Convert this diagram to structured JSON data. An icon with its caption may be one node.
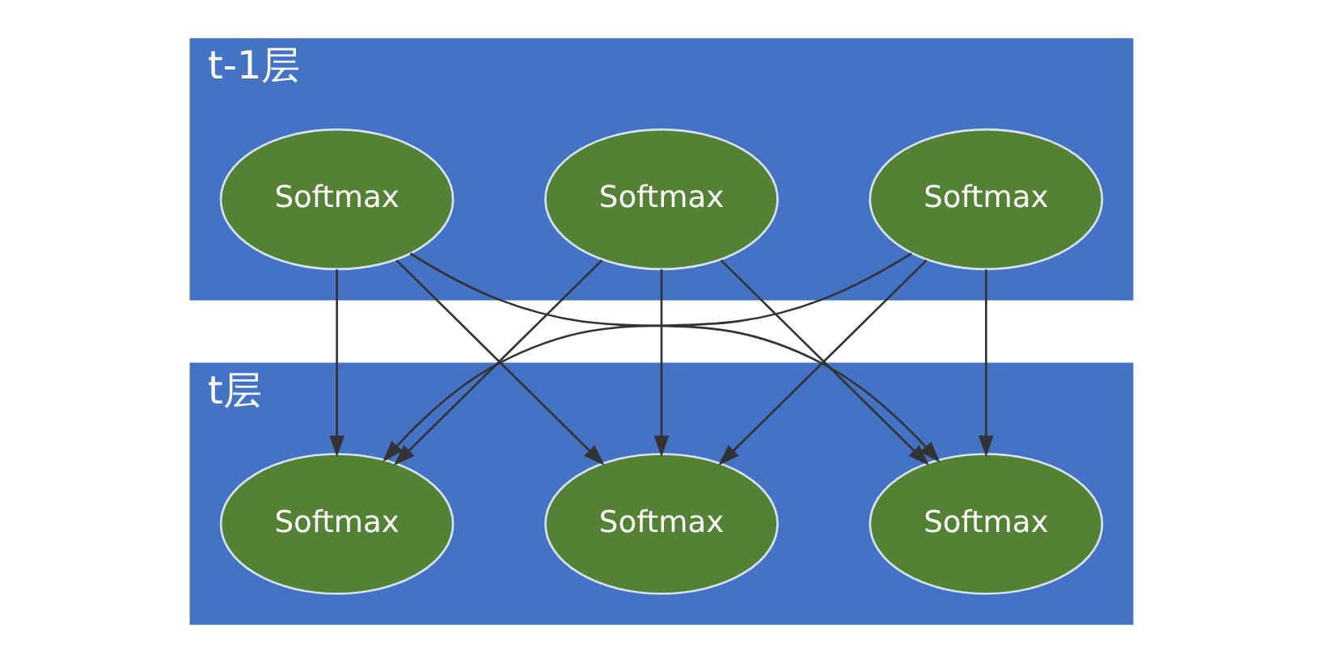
{
  "diagram": {
    "nodes": [
      {
        "text": [
          "t-1层"
        ]
      },
      {
        "text": [
          "Softmax"
        ],
        "in": 0
      },
      {
        "text": [
          "Softmax"
        ],
        "in": 0
      },
      {
        "text": [
          "Softmax"
        ],
        "in": 0
      },
      {
        "text": [
          "t层"
        ]
      },
      {
        "text": [
          "Softmax"
        ],
        "in": 4
      },
      {
        "text": [
          "Softmax"
        ],
        "in": 4
      },
      {
        "text": [
          "Softmax"
        ],
        "in": 4
      }
    ],
    "edges": [
      {
        "from": 1,
        "to": 5,
        "arrow": "to"
      },
      {
        "from": 1,
        "to": 6,
        "arrow": "to"
      },
      {
        "from": 1,
        "to": 7,
        "arrow": "to"
      },
      {
        "from": 2,
        "to": 5,
        "arrow": "to"
      },
      {
        "from": 2,
        "to": 6,
        "arrow": "to"
      },
      {
        "from": 2,
        "to": 7,
        "arrow": "to"
      },
      {
        "from": 3,
        "to": 5,
        "arrow": "to"
      },
      {
        "from": 3,
        "to": 6,
        "arrow": "to"
      },
      {
        "from": 3,
        "to": 7,
        "arrow": "to"
      }
    ]
  }
}
